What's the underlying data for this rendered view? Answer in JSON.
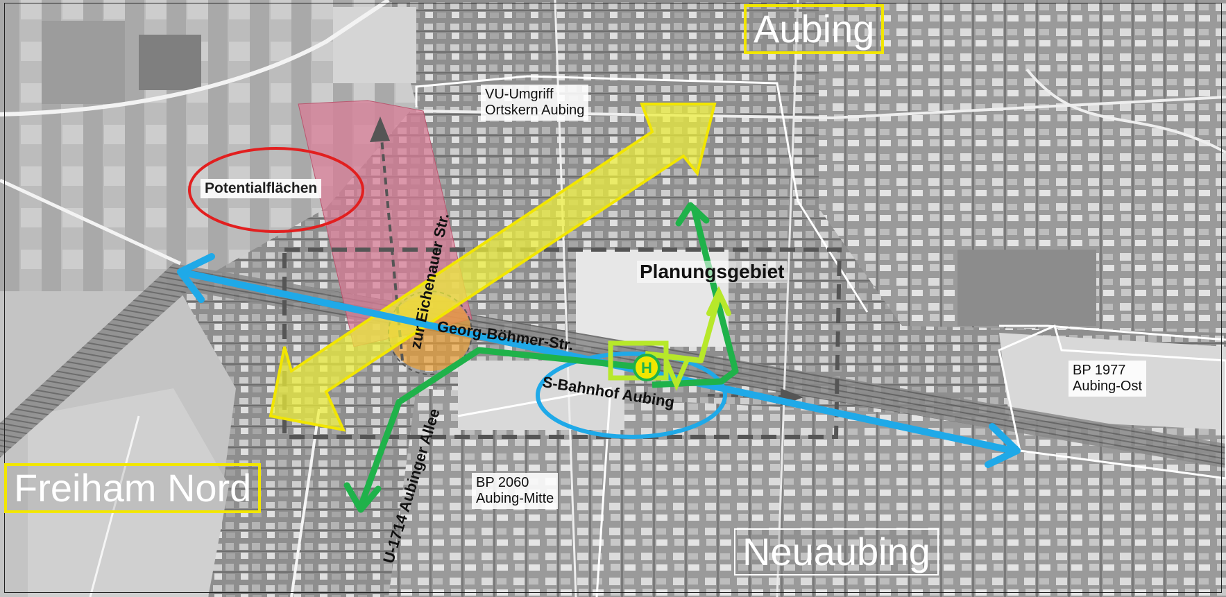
{
  "map": {
    "labels": {
      "aubing": "Aubing",
      "freiham_nord": "Freiham Nord",
      "neuaubing": "Neuaubing",
      "vu_umgriff_line1": "VU-Umgriff",
      "vu_umgriff_line2": "Ortskern Aubing",
      "potentialflaechen": "Potentialflächen",
      "planungsgebiet": "Planungsgebiet",
      "georg_boehmer": "Georg-Böhmer-Str.",
      "s_bahnhof": "S-Bahnhof Aubing",
      "eichenauer": "zur Eichenauer Str.",
      "aubinger_allee": "U-1714 Aubinger Allee",
      "bp2060_line1": "BP 2060",
      "bp2060_line2": "Aubing-Mitte",
      "bp1977_line1": "BP 1977",
      "bp1977_line2": "Aubing-Ost",
      "bus_stop_symbol": "H"
    },
    "colors": {
      "yellow": "#f2e600",
      "yellow_arrow_fill": "#eef03a",
      "blue": "#1fa9e8",
      "green": "#1fb24a",
      "lime": "#b7e82a",
      "red": "#e21f1f",
      "pink_area": "#d97b95",
      "orange_overlap": "#f0a030",
      "dashed_gray": "#555555"
    },
    "icons": [
      "bus-stop-icon",
      "arrow-icon"
    ]
  }
}
